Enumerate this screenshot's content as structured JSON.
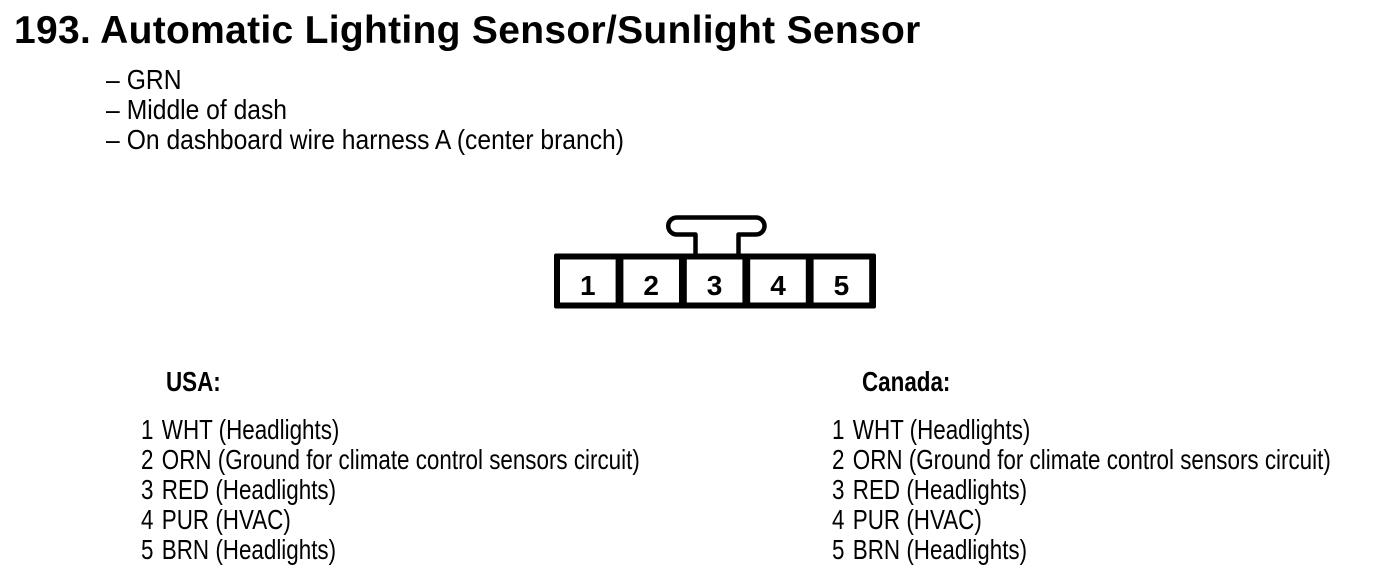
{
  "page": {
    "item_number": "193.",
    "title": "Automatic Lighting Sensor/Sunlight Sensor",
    "dash": "–",
    "details": [
      "GRN",
      "Middle of dash",
      "On dashboard wire harness A (center branch)"
    ]
  },
  "connector": {
    "pins": [
      "1",
      "2",
      "3",
      "4",
      "5"
    ],
    "line_color": "#000000",
    "fill_color": "#ffffff"
  },
  "sections": [
    {
      "heading": "USA:",
      "pins": [
        {
          "num": "1",
          "desc": "WHT (Headlights)"
        },
        {
          "num": "2",
          "desc": "ORN (Ground for climate control sensors circuit)"
        },
        {
          "num": "3",
          "desc": "RED (Headlights)"
        },
        {
          "num": "4",
          "desc": "PUR (HVAC)"
        },
        {
          "num": "5",
          "desc": "BRN (Headlights)"
        }
      ]
    },
    {
      "heading": "Canada:",
      "pins": [
        {
          "num": "1",
          "desc": "WHT (Headlights)"
        },
        {
          "num": "2",
          "desc": "ORN (Ground for climate control sensors circuit)"
        },
        {
          "num": "3",
          "desc": "RED (Headlights)"
        },
        {
          "num": "4",
          "desc": "PUR (HVAC)"
        },
        {
          "num": "5",
          "desc": "BRN (Headlights)"
        }
      ]
    }
  ]
}
